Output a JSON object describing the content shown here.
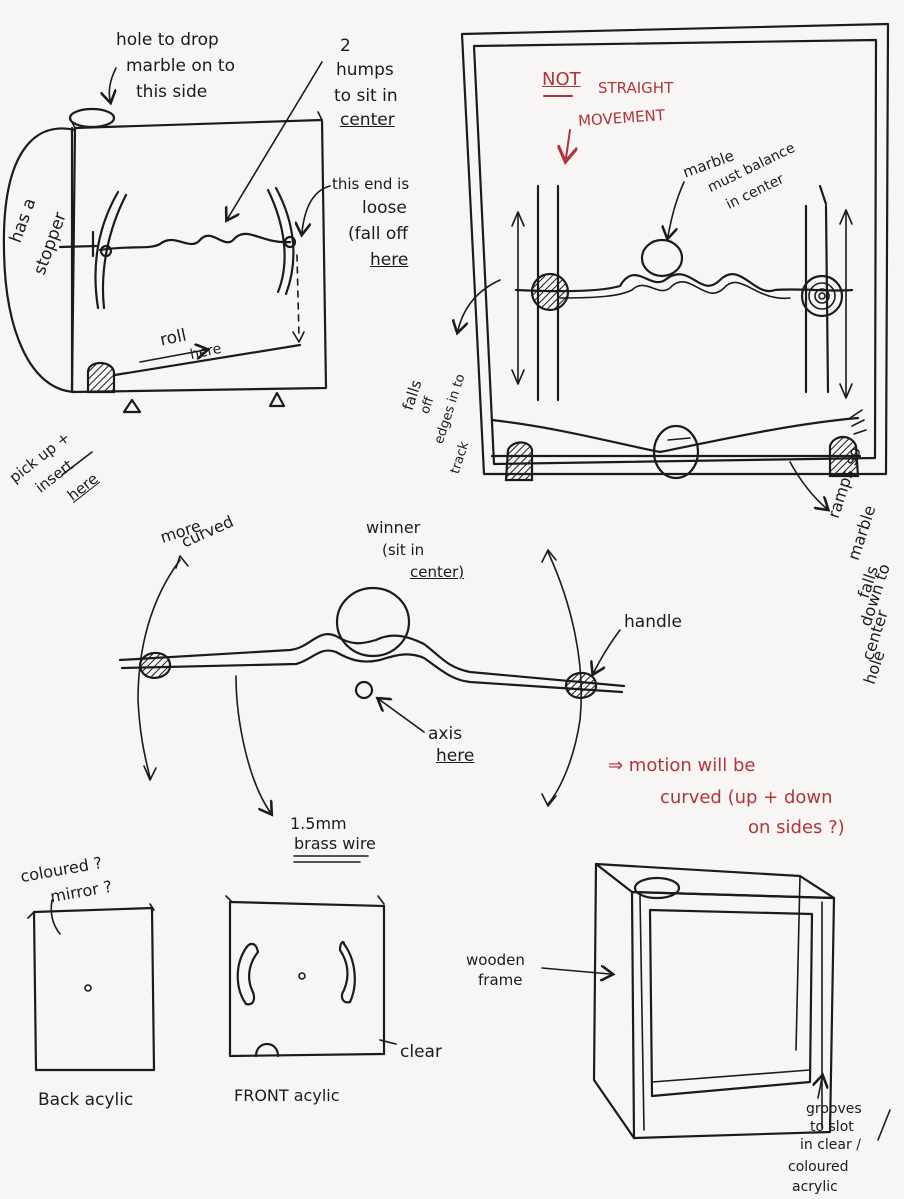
{
  "colors": {
    "ink": "#1b1b1b",
    "red_ink": "#b1343a",
    "paper": "#f7f6f4"
  },
  "sketch_top_left": {
    "hole_note": [
      "hole to drop",
      "marble on to",
      "this side"
    ],
    "humps_note": [
      "2",
      "humps",
      "to sit in",
      "center"
    ],
    "stopper_note": [
      "has a",
      "stopper"
    ],
    "loose_end_note": [
      "this end is",
      "loose",
      "(fall off",
      "here"
    ],
    "roll_note": [
      "roll",
      "here"
    ],
    "pickup_note": [
      "pick up +",
      "insert",
      "here"
    ]
  },
  "sketch_top_right": {
    "not_label": "NOT",
    "straight_movement": [
      "STRAIGHT",
      "MOVEMENT"
    ],
    "balance_note": [
      "marble",
      "must balance",
      "in center"
    ],
    "falls_note": [
      "falls",
      "off",
      "edges in to",
      "track"
    ],
    "ramps_note": [
      "ramps so",
      "marble",
      "falls",
      "down to",
      "center",
      "hole"
    ]
  },
  "sketch_middle": {
    "more_curved": [
      "more",
      "curved"
    ],
    "winner_note": [
      "winner",
      "(sit in",
      "center)"
    ],
    "handle_label": "handle",
    "axis_note": [
      "axis",
      "here"
    ],
    "motion_note": [
      "⇒ motion will be",
      "curved (up + down",
      "on sides ?)"
    ],
    "wire_note": [
      "1.5mm",
      "brass wire"
    ]
  },
  "sketch_bottom": {
    "coloured_note": [
      "coloured ?",
      "mirror ?"
    ],
    "back_label": "Back acylic",
    "front_label": "FRONT acylic",
    "clear_label": "clear",
    "frame_label": [
      "wooden",
      "frame"
    ],
    "grooves_note": [
      "grooves",
      "to slot",
      "in clear /",
      "coloured",
      "acrylic"
    ]
  }
}
